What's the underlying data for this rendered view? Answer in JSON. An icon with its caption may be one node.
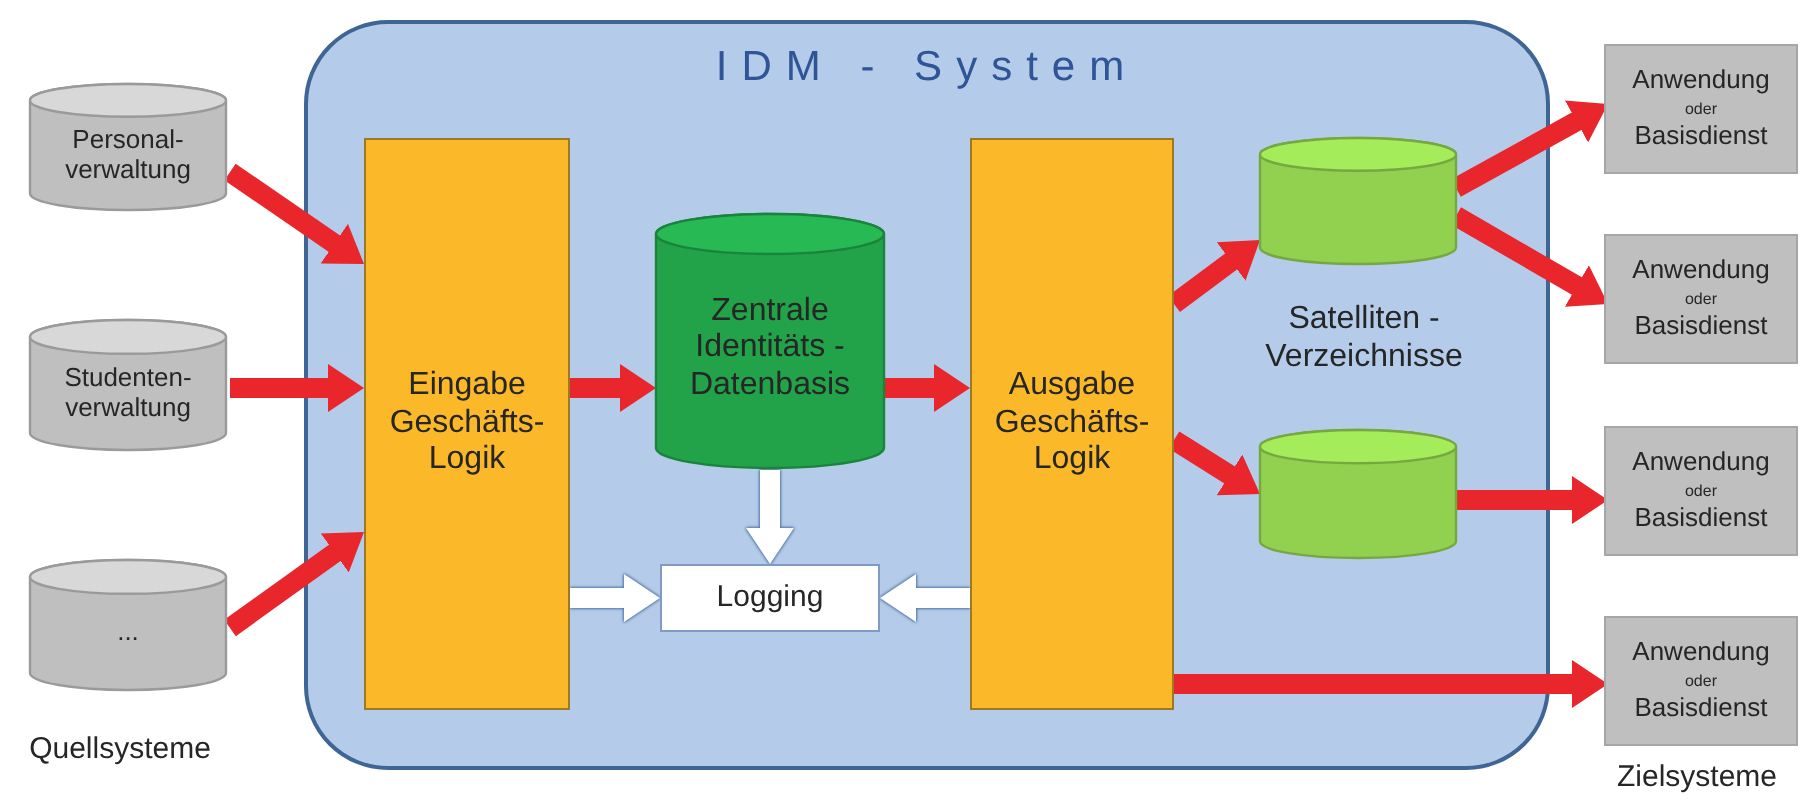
{
  "diagram": {
    "nodes": [
      {
        "text": [
          "IDM - System"
        ]
      },
      {
        "text": [
          "Personal- verwaltung"
        ]
      },
      {
        "text": [
          "Studenten- verwaltung"
        ]
      },
      {
        "text": [
          "..."
        ]
      },
      {
        "text": [
          "Eingabe Geschäfts- Logik"
        ],
        "in": 0
      },
      {
        "text": [
          "Zentrale Identitäts - Datenbasis"
        ],
        "in": 0
      },
      {
        "text": [
          "Logging"
        ],
        "in": 0
      },
      {
        "text": [
          "Ausgabe Geschäfts- Logik"
        ],
        "in": 0
      },
      {
        "text": [],
        "shape": "cylinder",
        "in": 0
      },
      {
        "text": [],
        "shape": "cylinder",
        "in": 0
      },
      {
        "text": [
          "Anwendung",
          "oder",
          "Basisdienst"
        ]
      },
      {
        "text": [
          "Anwendung",
          "oder",
          "Basisdienst"
        ]
      },
      {
        "text": [
          "Anwendung",
          "oder",
          "Basisdienst"
        ]
      },
      {
        "text": [
          "Anwendung",
          "oder",
          "Basisdienst"
        ]
      }
    ],
    "edges": [
      {
        "from": 1,
        "to": 4,
        "arrow": "to"
      },
      {
        "from": 2,
        "to": 4,
        "arrow": "to"
      },
      {
        "from": 3,
        "to": 4,
        "arrow": "to"
      },
      {
        "from": 4,
        "to": 5,
        "arrow": "to"
      },
      {
        "from": 5,
        "to": 7,
        "arrow": "to"
      },
      {
        "from": 5,
        "to": 6,
        "arrow": "to",
        "color": "#ffffff"
      },
      {
        "from": 4,
        "to": 6,
        "arrow": "to",
        "color": "#ffffff"
      },
      {
        "from": 7,
        "to": 6,
        "arrow": "to",
        "color": "#ffffff"
      },
      {
        "from": 7,
        "to": 8,
        "arrow": "to"
      },
      {
        "from": 7,
        "to": 9,
        "arrow": "to"
      },
      {
        "from": 8,
        "to": 10,
        "arrow": "to"
      },
      {
        "from": 8,
        "to": 11,
        "arrow": "to"
      },
      {
        "from": 9,
        "to": 12,
        "arrow": "to"
      },
      {
        "from": 7,
        "to": 13,
        "arrow": "to"
      }
    ],
    "labels": [
      "Quellsysteme",
      "Satelliten - Verzeichnisse",
      "Zielsysteme"
    ]
  }
}
